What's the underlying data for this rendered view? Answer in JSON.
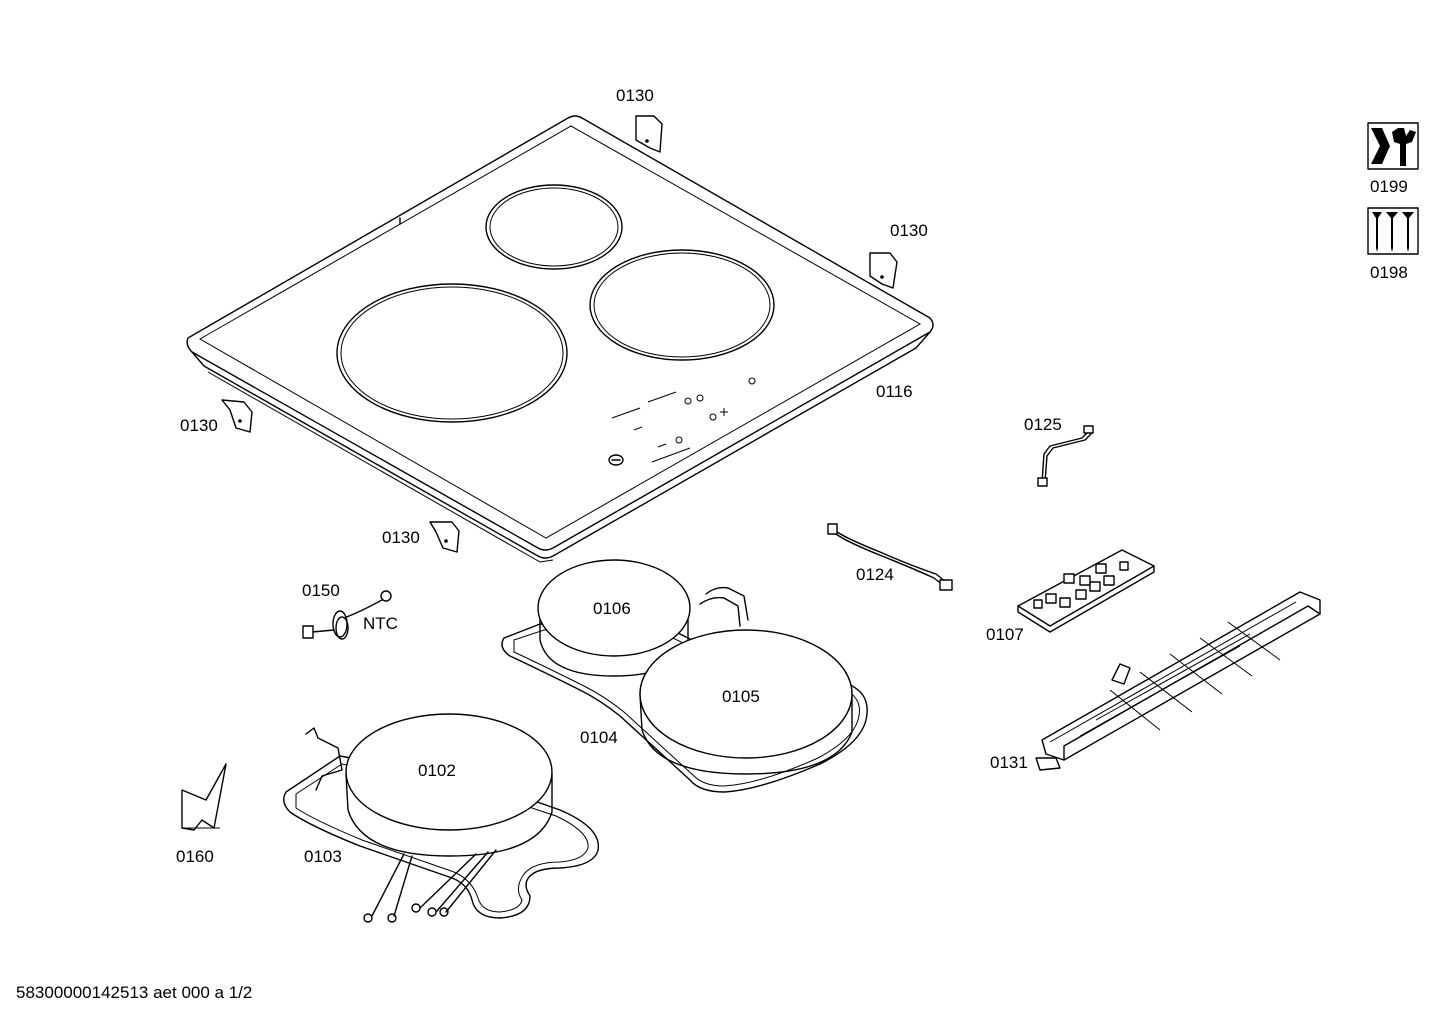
{
  "labels": {
    "p0130_a": "0130",
    "p0130_b": "0130",
    "p0130_c": "0130",
    "p0130_d": "0130",
    "p0116": "0116",
    "p0125": "0125",
    "p0124": "0124",
    "p0107": "0107",
    "p0150": "0150",
    "ntc": "NTC",
    "p0106": "0106",
    "p0105": "0105",
    "p0104": "0104",
    "p0102": "0102",
    "p0103": "0103",
    "p0160": "0160",
    "p0131": "0131",
    "p0199": "0199",
    "p0198": "0198"
  },
  "footer": "58300000142513 aet 000 a 1/2",
  "icons": {
    "service": "wrench-bolt-icon",
    "screws": "screws-icon"
  }
}
